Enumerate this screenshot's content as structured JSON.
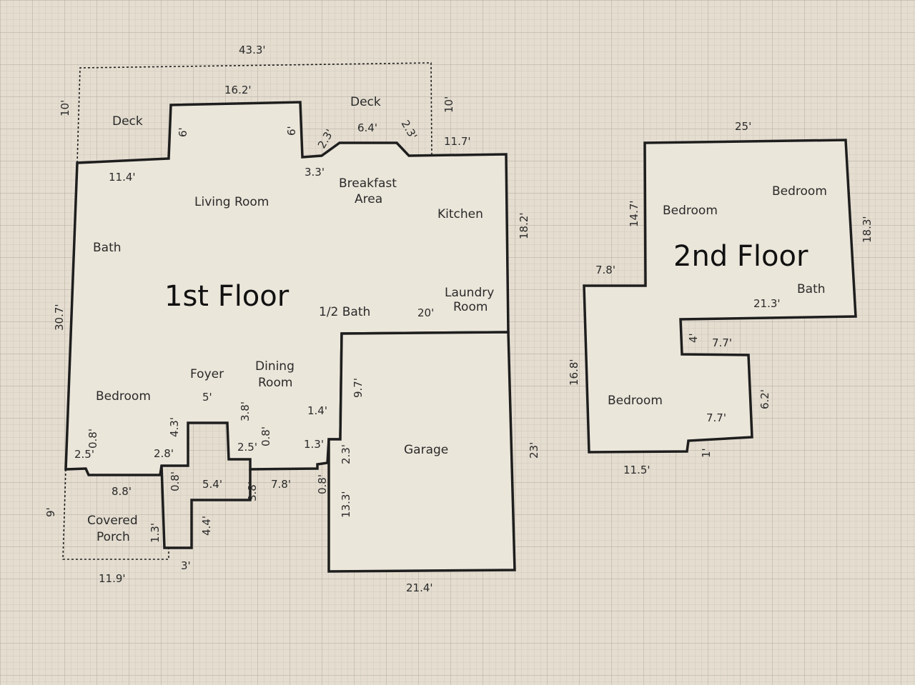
{
  "floors": {
    "first_title": "1st Floor",
    "second_title": "2nd Floor"
  },
  "rooms": {
    "deck_left": "Deck",
    "deck_right": "Deck",
    "living_room": "Living Room",
    "breakfast_1": "Breakfast",
    "breakfast_2": "Area",
    "kitchen": "Kitchen",
    "bath": "Bath",
    "half_bath": "1/2 Bath",
    "laundry_1": "Laundry",
    "laundry_2": "Room",
    "foyer": "Foyer",
    "dining_1": "Dining",
    "dining_2": "Room",
    "bedroom_first": "Bedroom",
    "garage": "Garage",
    "porch_1": "Covered",
    "porch_2": "Porch",
    "bedroom_2a": "Bedroom",
    "bedroom_2b": "Bedroom",
    "bath_2": "Bath",
    "bedroom_2c": "Bedroom"
  },
  "dims": {
    "d43_3": "43.3'",
    "d16_2": "16.2'",
    "d10_left": "10'",
    "d10_right": "10'",
    "d6_a": "6'",
    "d6_b": "6'",
    "d2_3_a": "2.3'",
    "d2_3_b": "2.3'",
    "d6_4": "6.4'",
    "d11_7": "11.7'",
    "d11_4": "11.4'",
    "d3_3": "3.3'",
    "d18_2": "18.2'",
    "d30_7": "30.7'",
    "d20": "20'",
    "d5": "5'",
    "d3_8_a": "3.8'",
    "d4_3": "4.3'",
    "d0_8_a": "0.8'",
    "d0_8_b": "0.8'",
    "d2_5_a": "2.5'",
    "d2_8": "2.8'",
    "d2_5_b": "2.5'",
    "d1_4": "1.4'",
    "d1_3": "1.3'",
    "d9_7": "9.7'",
    "d2_3_c": "2.3'",
    "d23": "23'",
    "d8_8": "8.8'",
    "d0_8_c": "0.8'",
    "d5_4": "5.4'",
    "d3_8_b": "3.8'",
    "d7_8_a": "7.8'",
    "d0_8_d": "0.8'",
    "d13_3": "13.3'",
    "d9": "9'",
    "d1_3_b": "1.3'",
    "d4_4": "4.4'",
    "d3": "3'",
    "d11_9": "11.9'",
    "d21_4": "21.4'",
    "d25": "25'",
    "d14_7": "14.7'",
    "d18_3": "18.3'",
    "d7_8_b": "7.8'",
    "d21_3": "21.3'",
    "d4": "4'",
    "d7_7_a": "7.7'",
    "d16_8": "16.8'",
    "d6_2": "6.2'",
    "d7_7_b": "7.7'",
    "d1": "1'",
    "d11_5": "11.5'"
  }
}
